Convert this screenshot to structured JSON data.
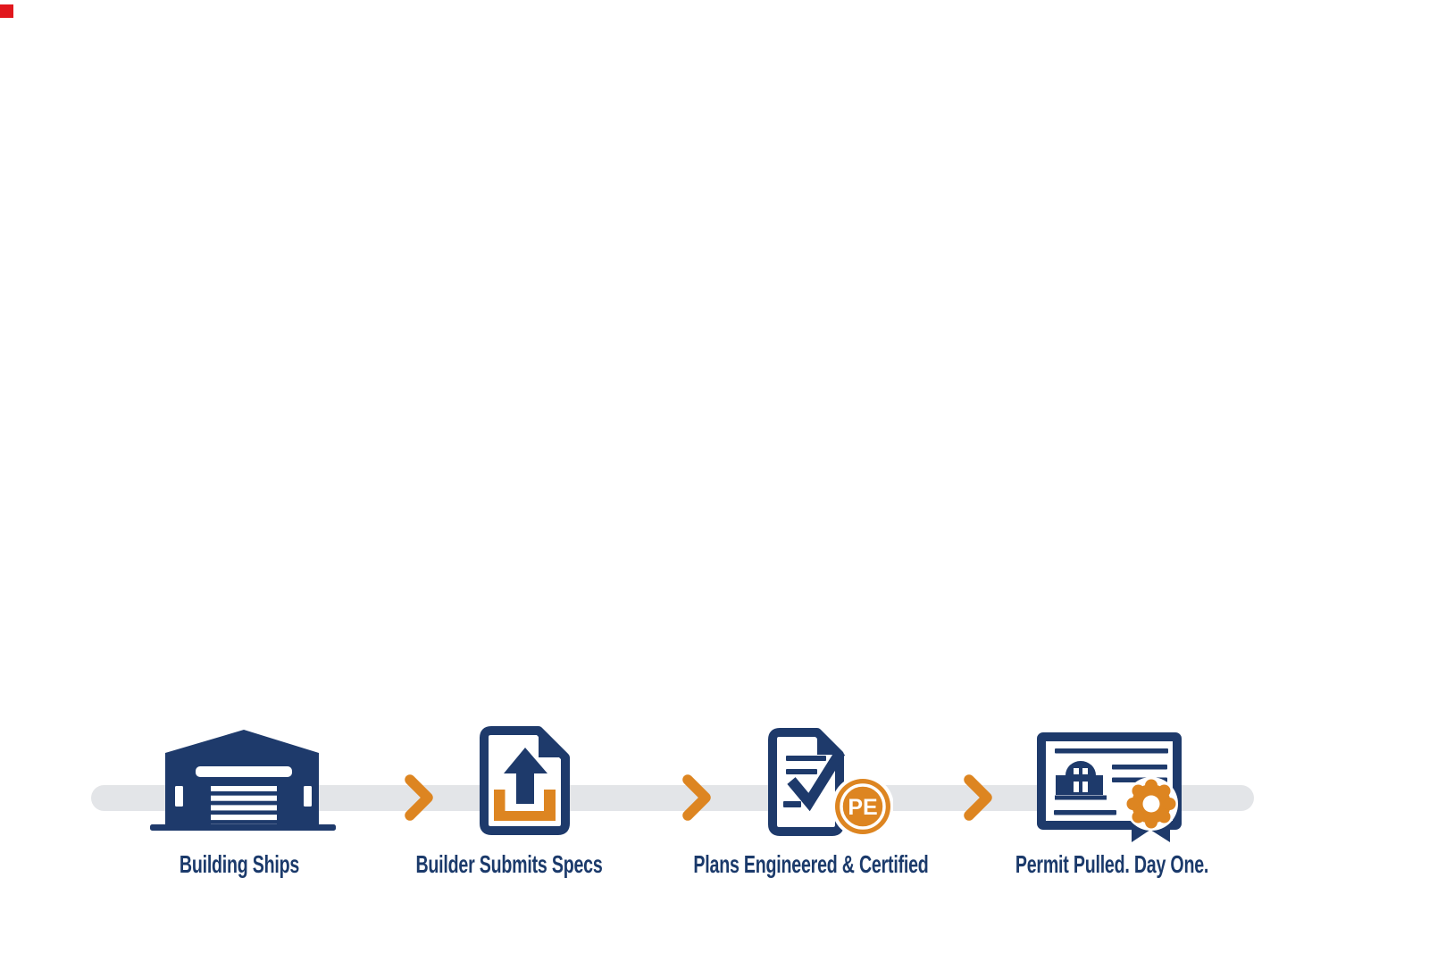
{
  "colors": {
    "navy": "#1e3a6b",
    "orange": "#dd8521",
    "track_gray": "#e3e5e8",
    "label_navy": "#1b3a6b",
    "indicator_red": "#e1171d",
    "white": "#ffffff"
  },
  "timeline": {
    "connector_style": "rounded-gray-bar",
    "arrow_count": 3,
    "steps": [
      {
        "id": "building-ships",
        "label": "Building Ships",
        "icon": "metal-building-icon"
      },
      {
        "id": "builder-submits-specs",
        "label": "Builder Submits Specs",
        "icon": "upload-document-icon"
      },
      {
        "id": "plans-engineered-certified",
        "label": "Plans Engineered & Certified",
        "icon": "checked-plans-icon",
        "badge": "PE"
      },
      {
        "id": "permit-pulled-day-one",
        "label": "Permit Pulled. Day One.",
        "icon": "permit-certificate-icon"
      }
    ]
  }
}
